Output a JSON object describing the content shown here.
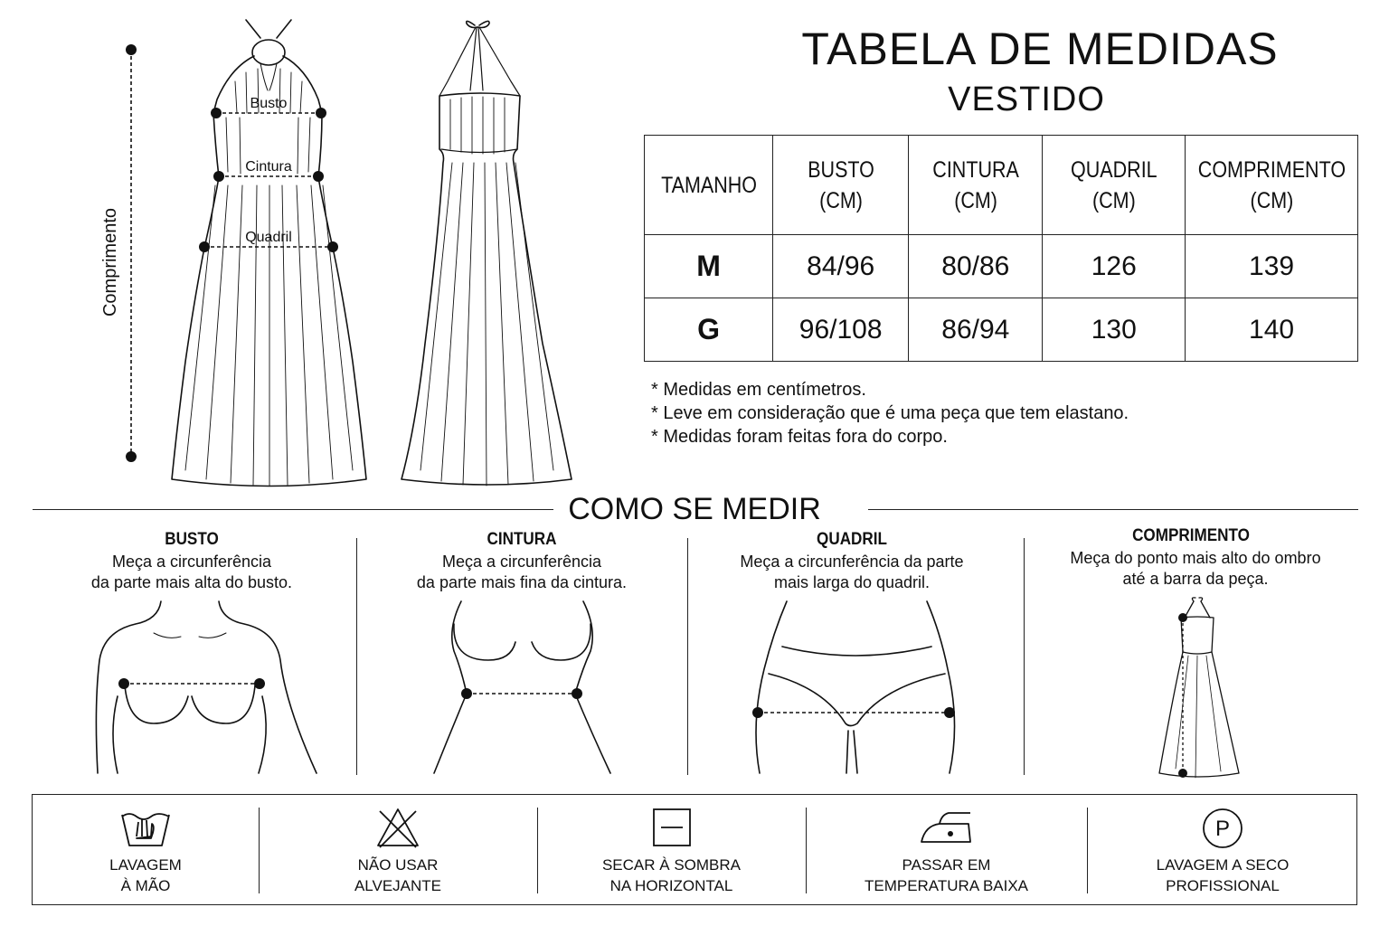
{
  "header": {
    "title": "TABELA DE MEDIDAS",
    "subtitle": "VESTIDO"
  },
  "diagram": {
    "busto": "Busto",
    "cintura": "Cintura",
    "quadril": "Quadril",
    "comprimento": "Comprimento"
  },
  "table": {
    "headers": [
      [
        "TAMANHO"
      ],
      [
        "BUSTO",
        "(CM)"
      ],
      [
        "CINTURA",
        "(CM)"
      ],
      [
        "QUADRIL",
        "(CM)"
      ],
      [
        "COMPRIMENTO",
        "(CM)"
      ]
    ],
    "rows": [
      [
        "M",
        "84/96",
        "80/86",
        "126",
        "139"
      ],
      [
        "G",
        "96/108",
        "86/94",
        "130",
        "140"
      ]
    ]
  },
  "notes": [
    "* Medidas em centímetros.",
    "* Leve em consideração que é uma peça que tem elastano.",
    "* Medidas foram feitas fora do corpo."
  ],
  "how_to": {
    "title": "COMO SE MEDIR",
    "items": [
      {
        "heading": "BUSTO",
        "lines": [
          "Meça a circunferência",
          "da parte mais alta do busto."
        ]
      },
      {
        "heading": "CINTURA",
        "lines": [
          "Meça a circunferência",
          "da parte mais fina da cintura."
        ]
      },
      {
        "heading": "QUADRIL",
        "lines": [
          "Meça a circunferência da parte",
          "mais larga do quadril."
        ]
      },
      {
        "heading": "COMPRIMENTO",
        "lines": [
          "Meça do ponto mais alto do ombro",
          "até a barra da peça."
        ]
      }
    ]
  },
  "care": [
    {
      "icon": "hand-wash-icon",
      "lines": [
        "LAVAGEM",
        "À MÃO"
      ]
    },
    {
      "icon": "no-bleach-icon",
      "lines": [
        "NÃO USAR",
        "ALVEJANTE"
      ]
    },
    {
      "icon": "dry-flat-shade-icon",
      "lines": [
        "SECAR À SOMBRA",
        "NA HORIZONTAL"
      ]
    },
    {
      "icon": "iron-low-icon",
      "lines": [
        "PASSAR EM",
        "TEMPERATURA BAIXA"
      ]
    },
    {
      "icon": "professional-dry-clean-icon",
      "lines": [
        "LAVAGEM A SECO",
        "PROFISSIONAL"
      ],
      "icon_letter": "P"
    }
  ]
}
